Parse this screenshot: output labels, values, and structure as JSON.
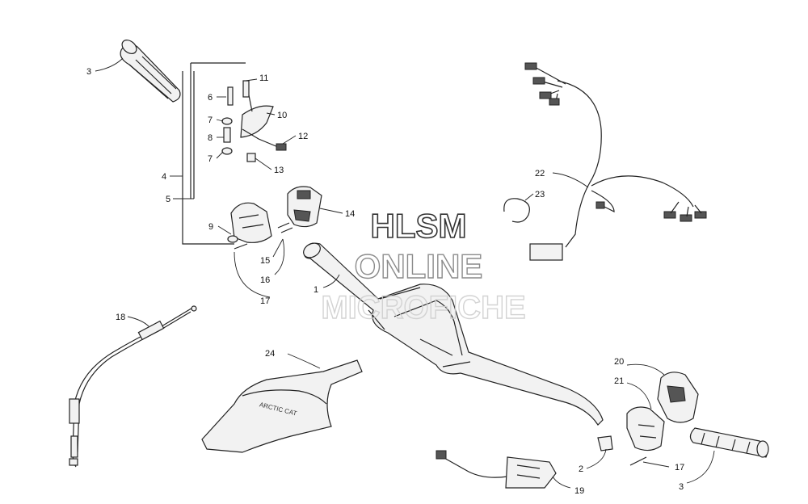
{
  "watermark": {
    "line1": "HLSM",
    "line2": "ONLINE",
    "line3": "MICROFICHE"
  },
  "pad_logo_text": "ARCTIC CAT",
  "callouts": [
    "1",
    "2",
    "3",
    "3",
    "4",
    "5",
    "6",
    "7",
    "7",
    "8",
    "9",
    "10",
    "11",
    "12",
    "13",
    "14",
    "15",
    "16",
    "17",
    "17",
    "18",
    "19",
    "20",
    "21",
    "22",
    "23",
    "24"
  ]
}
